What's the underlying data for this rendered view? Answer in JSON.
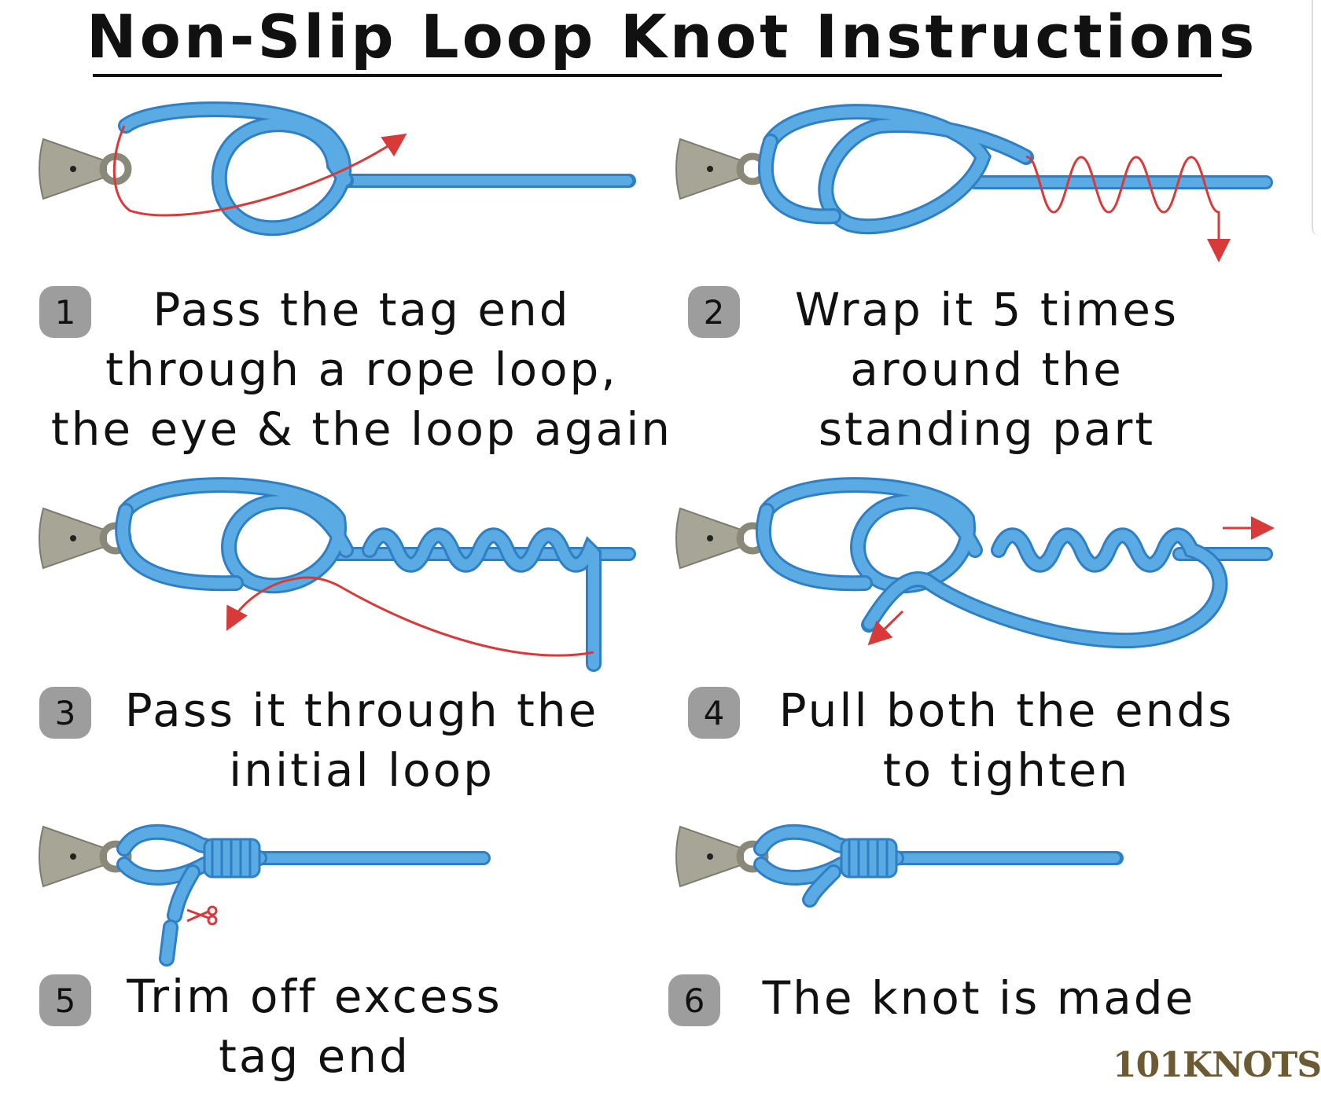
{
  "title": "Non-Slip Loop Knot Instructions",
  "steps": [
    {
      "number": "1",
      "caption": "Pass the tag end\nthrough a rope loop,\nthe eye & the loop again"
    },
    {
      "number": "2",
      "caption": "Wrap it 5 times\naround the\nstanding part"
    },
    {
      "number": "3",
      "caption": "Pass it through the\ninitial loop"
    },
    {
      "number": "4",
      "caption": "Pull both the ends\nto tighten"
    },
    {
      "number": "5",
      "caption": "Trim off excess\ntag end"
    },
    {
      "number": "6",
      "caption": "The knot is made"
    }
  ],
  "brand": "101KNOTS",
  "colors": {
    "rope": "#5aaae4",
    "rope_edge": "#2f7fc4",
    "arrow": "#d83a3a",
    "lure": "#a7a596",
    "badge": "#9d9d9d"
  }
}
